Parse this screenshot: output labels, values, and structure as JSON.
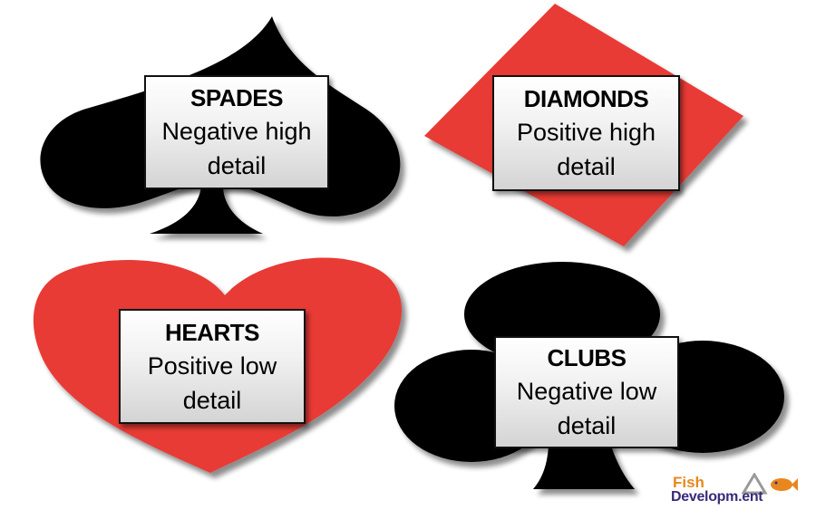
{
  "suits": {
    "spades": {
      "title": "SPADES",
      "description": "Negative high detail",
      "color": "#000000"
    },
    "diamonds": {
      "title": "DIAMONDS",
      "description": "Positive high detail",
      "color": "#e83a35"
    },
    "hearts": {
      "title": "HEARTS",
      "description": "Positive low detail",
      "color": "#e83a35"
    },
    "clubs": {
      "title": "CLUBS",
      "description": "Negative low detail",
      "color": "#000000"
    }
  },
  "logo": {
    "line1": "Fish",
    "line2": "Developm.ent",
    "colors": {
      "fish": "#e8871e",
      "development": "#3a2a7a"
    }
  }
}
